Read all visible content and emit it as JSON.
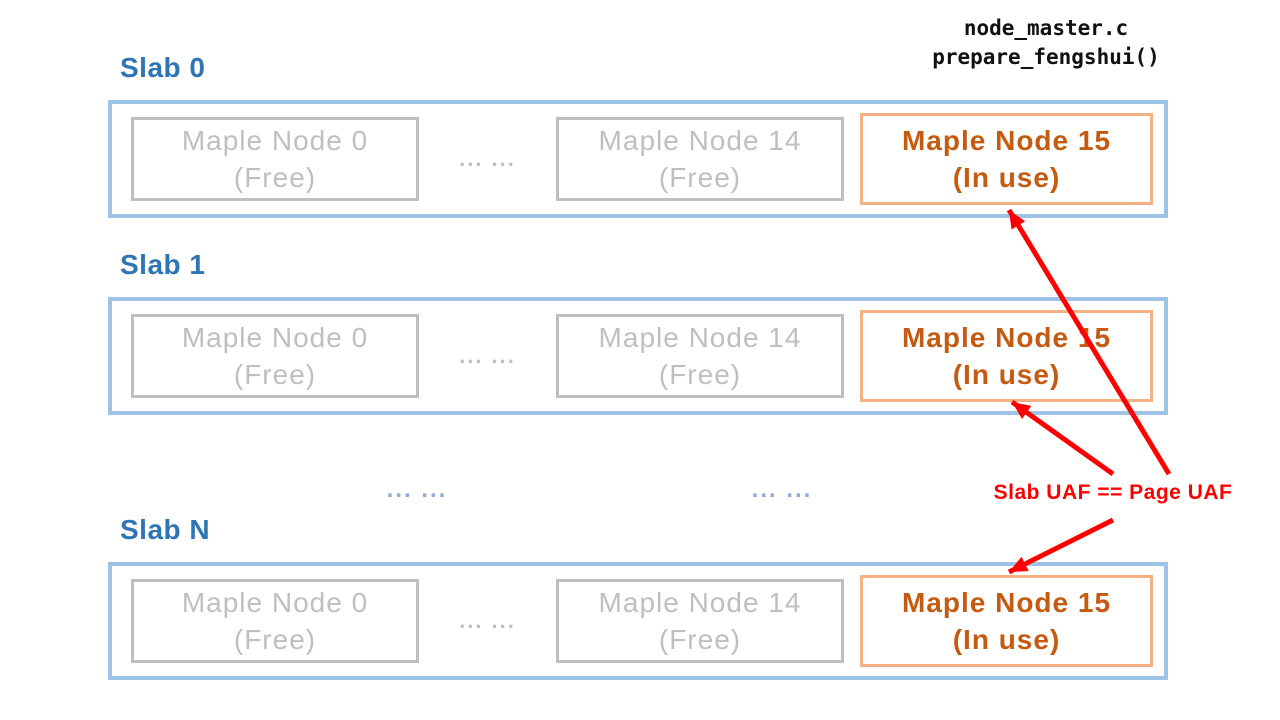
{
  "header_code": {
    "line1": "node_master.c",
    "line2": "prepare_fengshui()"
  },
  "slabs": [
    {
      "label": "Slab 0",
      "node_free_first": {
        "title": "Maple Node 0",
        "state": "(Free)"
      },
      "ellipsis": "... ...",
      "node_free_last": {
        "title": "Maple Node 14",
        "state": "(Free)"
      },
      "node_in_use": {
        "title": "Maple Node 15",
        "state": "(In use)"
      }
    },
    {
      "label": "Slab 1",
      "node_free_first": {
        "title": "Maple Node 0",
        "state": "(Free)"
      },
      "ellipsis": "... ...",
      "node_free_last": {
        "title": "Maple Node 14",
        "state": "(Free)"
      },
      "node_in_use": {
        "title": "Maple Node 15",
        "state": "(In use)"
      }
    },
    {
      "label": "Slab N",
      "node_free_first": {
        "title": "Maple Node 0",
        "state": "(Free)"
      },
      "ellipsis": "... ...",
      "node_free_last": {
        "title": "Maple Node 14",
        "state": "(Free)"
      },
      "node_in_use": {
        "title": "Maple Node 15",
        "state": "(In use)"
      }
    }
  ],
  "between_slabs": {
    "ellipsis_left": "... ...",
    "ellipsis_right": "... ..."
  },
  "annotation": "Slab UAF == Page UAF",
  "colors": {
    "slab_label": "#2E75B6",
    "slab_border": "#9DC3E6",
    "free_node_gray": "#BFBFBF",
    "in_use_border": "#F4B183",
    "in_use_text": "#C55A11",
    "arrow_red": "#FF0000",
    "between_ellipsis_blue": "#8FAADC",
    "code_text": "#111111"
  }
}
